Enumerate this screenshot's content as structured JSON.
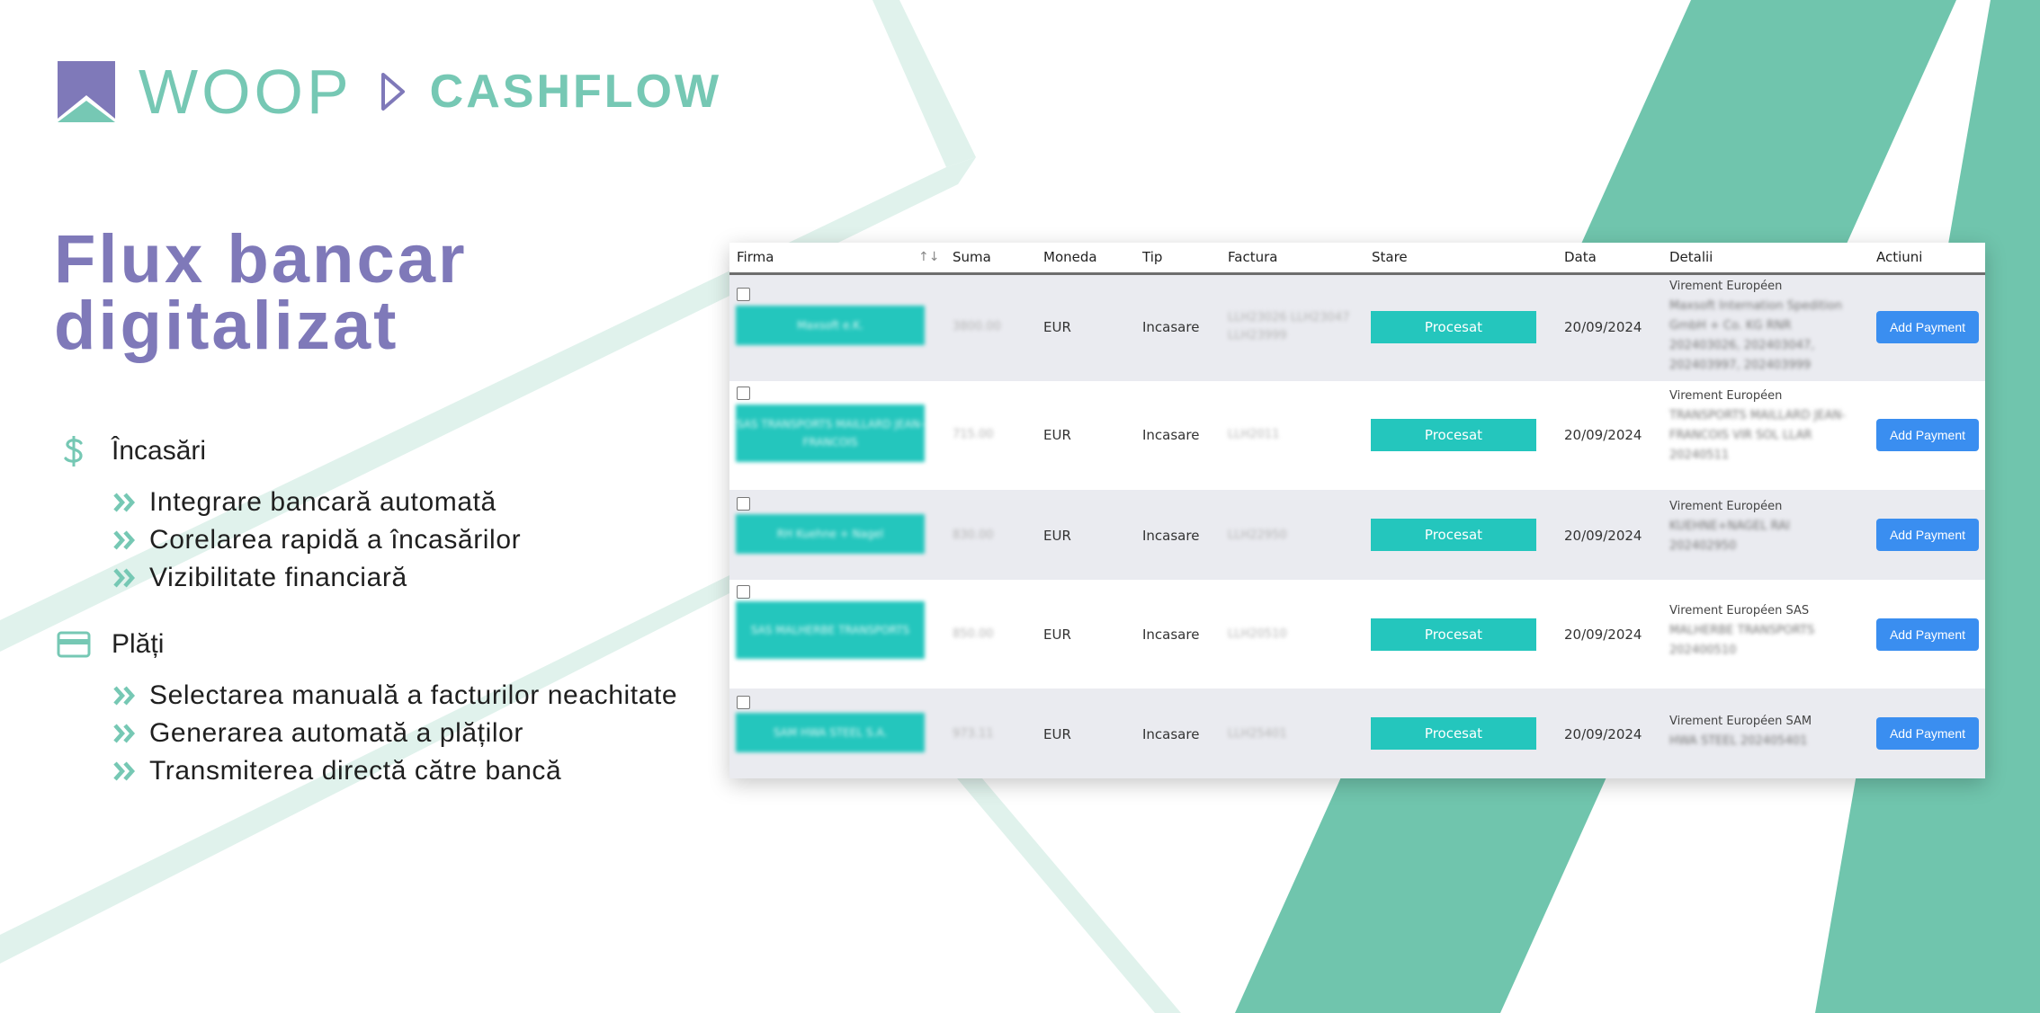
{
  "brand": {
    "name": "WOOP",
    "product": "CASHFLOW",
    "accent": "#76c8b4",
    "purple": "#7f79b9"
  },
  "headline": {
    "line1": "Flux bancar",
    "line2": "digitalizat"
  },
  "features": [
    {
      "icon": "dollar-icon",
      "title": "Încasări",
      "bullets": [
        "Integrare bancară automată",
        "Corelarea rapidă a încasărilor",
        "Vizibilitate financiară"
      ]
    },
    {
      "icon": "credit-card-icon",
      "title": "Plăți",
      "bullets": [
        "Selectarea manuală a facturilor neachitate",
        "Generarea automată a plăților",
        "Transmiterea directă către bancă"
      ]
    }
  ],
  "table": {
    "headers": [
      "Firma",
      "Suma",
      "Moneda",
      "Tip",
      "Factura",
      "Stare",
      "Data",
      "Detalii",
      "Actiuni"
    ],
    "rows": [
      {
        "firma": "Maxsoft e.K.",
        "suma": "3800.00",
        "moneda": "EUR",
        "tip": "Incasare",
        "factura": "LLH23026 LLH23047 LLH23999",
        "stare": "Procesat",
        "data": "20/09/2024",
        "detalii_visible": "Virement Européen",
        "detalii_hidden": "Maxsoft Internation Spedition GmbH + Co. KG RNR 202403026, 202403047, 202403997, 202403999",
        "action": "Add Payment"
      },
      {
        "firma": "SAS TRANSPORTS MAILLARD JEAN-FRANCOIS",
        "suma": "715.00",
        "moneda": "EUR",
        "tip": "Incasare",
        "factura": "LLH2011",
        "stare": "Procesat",
        "data": "20/09/2024",
        "detalii_visible": "Virement Européen",
        "detalii_hidden": "TRANSPORTS MAILLARD JEAN-FRANCOIS VIR SOL LLAR 20240511",
        "action": "Add Payment"
      },
      {
        "firma": "RH Kuehne + Nagel",
        "suma": "830.00",
        "moneda": "EUR",
        "tip": "Incasare",
        "factura": "LLH22950",
        "stare": "Procesat",
        "data": "20/09/2024",
        "detalii_visible": "Virement Européen",
        "detalii_hidden": "KUEHNE+NAGEL RAI 202402950",
        "action": "Add Payment"
      },
      {
        "firma": "SAS MALHERBE TRANSPORTS",
        "suma": "850.00",
        "moneda": "EUR",
        "tip": "Incasare",
        "factura": "LLH20510",
        "stare": "Procesat",
        "data": "20/09/2024",
        "detalii_visible": "Virement Européen SAS",
        "detalii_hidden": "MALHERBE TRANSPORTS 202400510",
        "action": "Add Payment"
      },
      {
        "firma": "SAM HWA STEEL S.A.",
        "suma": "973.11",
        "moneda": "EUR",
        "tip": "Incasare",
        "factura": "LLH25401",
        "stare": "Procesat",
        "data": "20/09/2024",
        "detalii_visible": "Virement Européen SAM",
        "detalii_hidden": "HWA STEEL 202405401",
        "action": "Add Payment"
      }
    ]
  }
}
